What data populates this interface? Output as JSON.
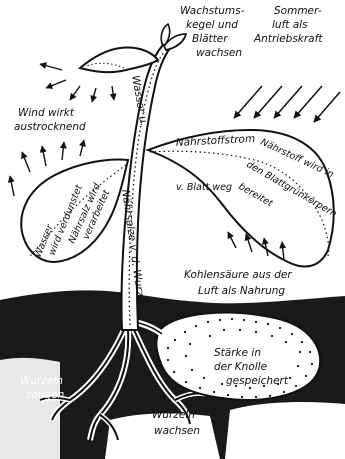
{
  "colors": {
    "ink": "#111111",
    "paper": "#ffffff",
    "soil": "#1a1a1a"
  },
  "labels": {
    "wachstum_l1": "Wachstums-",
    "wachstum_l2": "kegel und",
    "wachstum_l3": "Blätter",
    "wachstum_l4": "wachsen",
    "sommer_l1": "Sommer-",
    "sommer_l2": "luft als",
    "sommer_l3": "Antriebskraft",
    "wind_l1": "Wind wirkt",
    "wind_l2": "austrocknend",
    "wasser_u": "Wasser u.",
    "naehrstoffstrom": "Nährstoffstrom",
    "v_blatt_weg": "v. Blatt weg",
    "leaf_right_l1": "Nährstoff wird in",
    "leaf_right_l2": "den Blattgrünkörpern",
    "leaf_right_l3": "bereitet",
    "leaf_left_l1": "Wasser",
    "leaf_left_l2": "wird verdunstet",
    "leaf_left_l3": "Nährsalz wird",
    "leaf_left_l4": "verarbeitet",
    "stem_salze": "Nährsalze v. d. Wurzel",
    "kohlen_l1": "Kohlensäure aus der",
    "kohlen_l2": "Luft als Nahrung",
    "knolle_l1": "Stärke in",
    "knolle_l2": "der Knolle",
    "knolle_l3": "gespeichert",
    "wurzeln_saugen_l1": "Wurzeln",
    "wurzeln_saugen_l2": "saugen",
    "wurzeln_wachsen_l1": "Wurzeln",
    "wurzeln_wachsen_l2": "wachsen"
  }
}
